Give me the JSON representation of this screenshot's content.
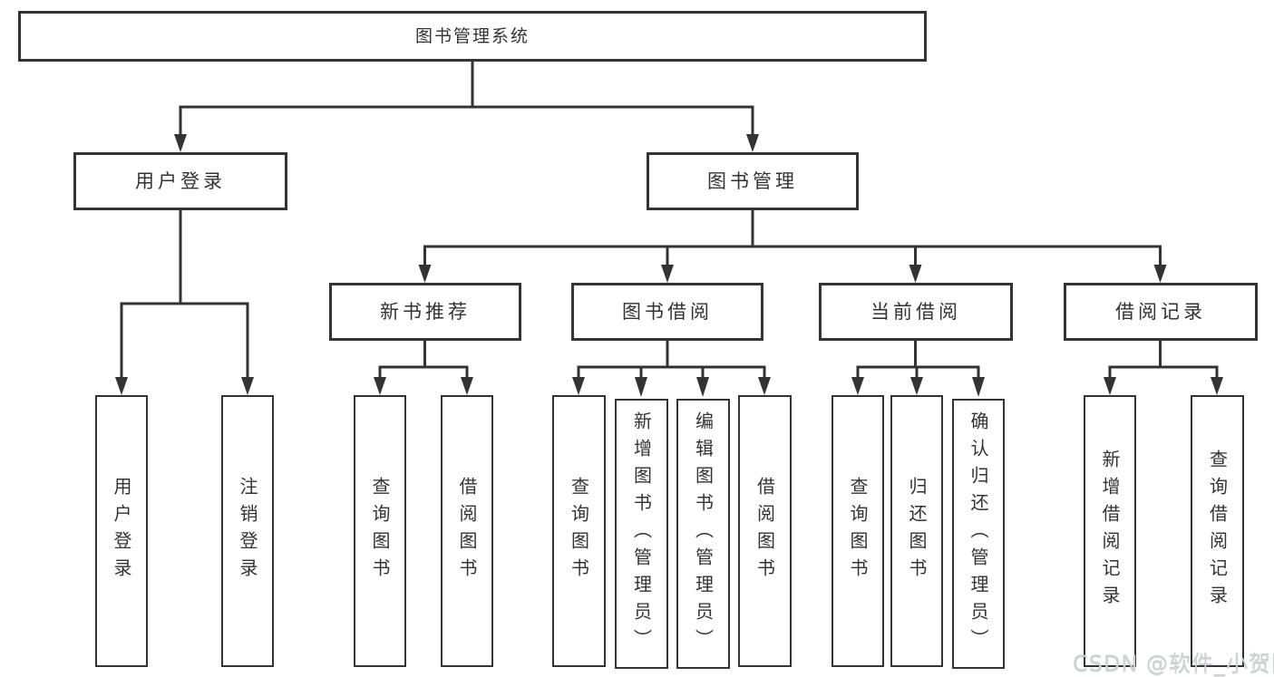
{
  "tree": {
    "root": {
      "label": "图书管理系统"
    },
    "children": [
      {
        "label": "用户登录",
        "children": [
          {
            "label": "用户登录"
          },
          {
            "label": "注销登录"
          }
        ]
      },
      {
        "label": "图书管理",
        "children": [
          {
            "label": "新书推荐",
            "children": [
              {
                "label": "查询图书"
              },
              {
                "label": "借阅图书"
              }
            ]
          },
          {
            "label": "图书借阅",
            "children": [
              {
                "label": "查询图书"
              },
              {
                "label": "新增图书（管理员）"
              },
              {
                "label": "编辑图书（管理员）"
              },
              {
                "label": "借阅图书"
              }
            ]
          },
          {
            "label": "当前借阅",
            "children": [
              {
                "label": "查询图书"
              },
              {
                "label": "归还图书"
              },
              {
                "label": "确认归还（管理员）"
              }
            ]
          },
          {
            "label": "借阅记录",
            "children": [
              {
                "label": "新增借阅记录"
              },
              {
                "label": "查询借阅记录"
              }
            ]
          }
        ]
      }
    ]
  },
  "watermark": {
    "text": "CSDN @软件_小贺同学"
  },
  "colors": {
    "line": "#333333",
    "text": "#333333",
    "background": "#ffffff",
    "watermark": "#ced3d7"
  }
}
